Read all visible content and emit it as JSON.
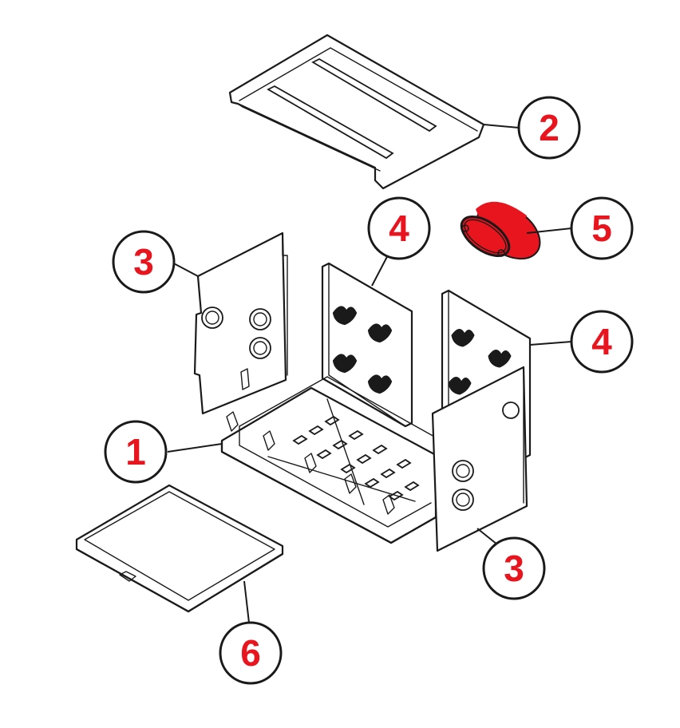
{
  "colors": {
    "badge_number": "#e8141e",
    "highlight_part": "#e8141e",
    "line": "#1a1a1a"
  },
  "callouts": [
    {
      "label": "1",
      "part": "base-grate"
    },
    {
      "label": "2",
      "part": "top-baffle-plate"
    },
    {
      "label": "3",
      "part": "left-side-panel"
    },
    {
      "label": "3",
      "part": "right-side-panel"
    },
    {
      "label": "4",
      "part": "left-rear-liner"
    },
    {
      "label": "4",
      "part": "right-rear-liner"
    },
    {
      "label": "5",
      "part": "collar-ring"
    },
    {
      "label": "6",
      "part": "ash-pan"
    }
  ]
}
